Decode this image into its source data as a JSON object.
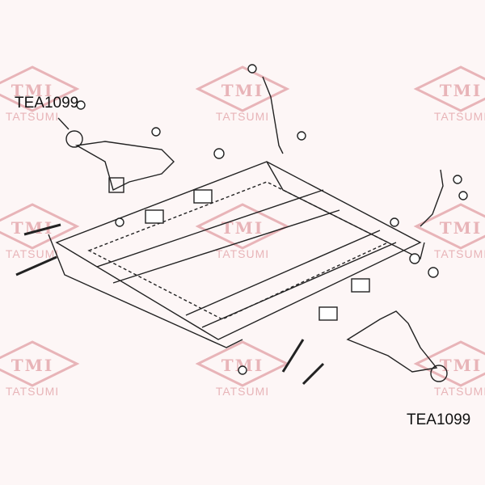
{
  "watermark": {
    "logo": "TMI",
    "brand": "TATSUMI",
    "color": "#e8b4b8"
  },
  "labels": {
    "part_top_left": "TEA1099",
    "part_bottom_right": "TEA1099"
  }
}
